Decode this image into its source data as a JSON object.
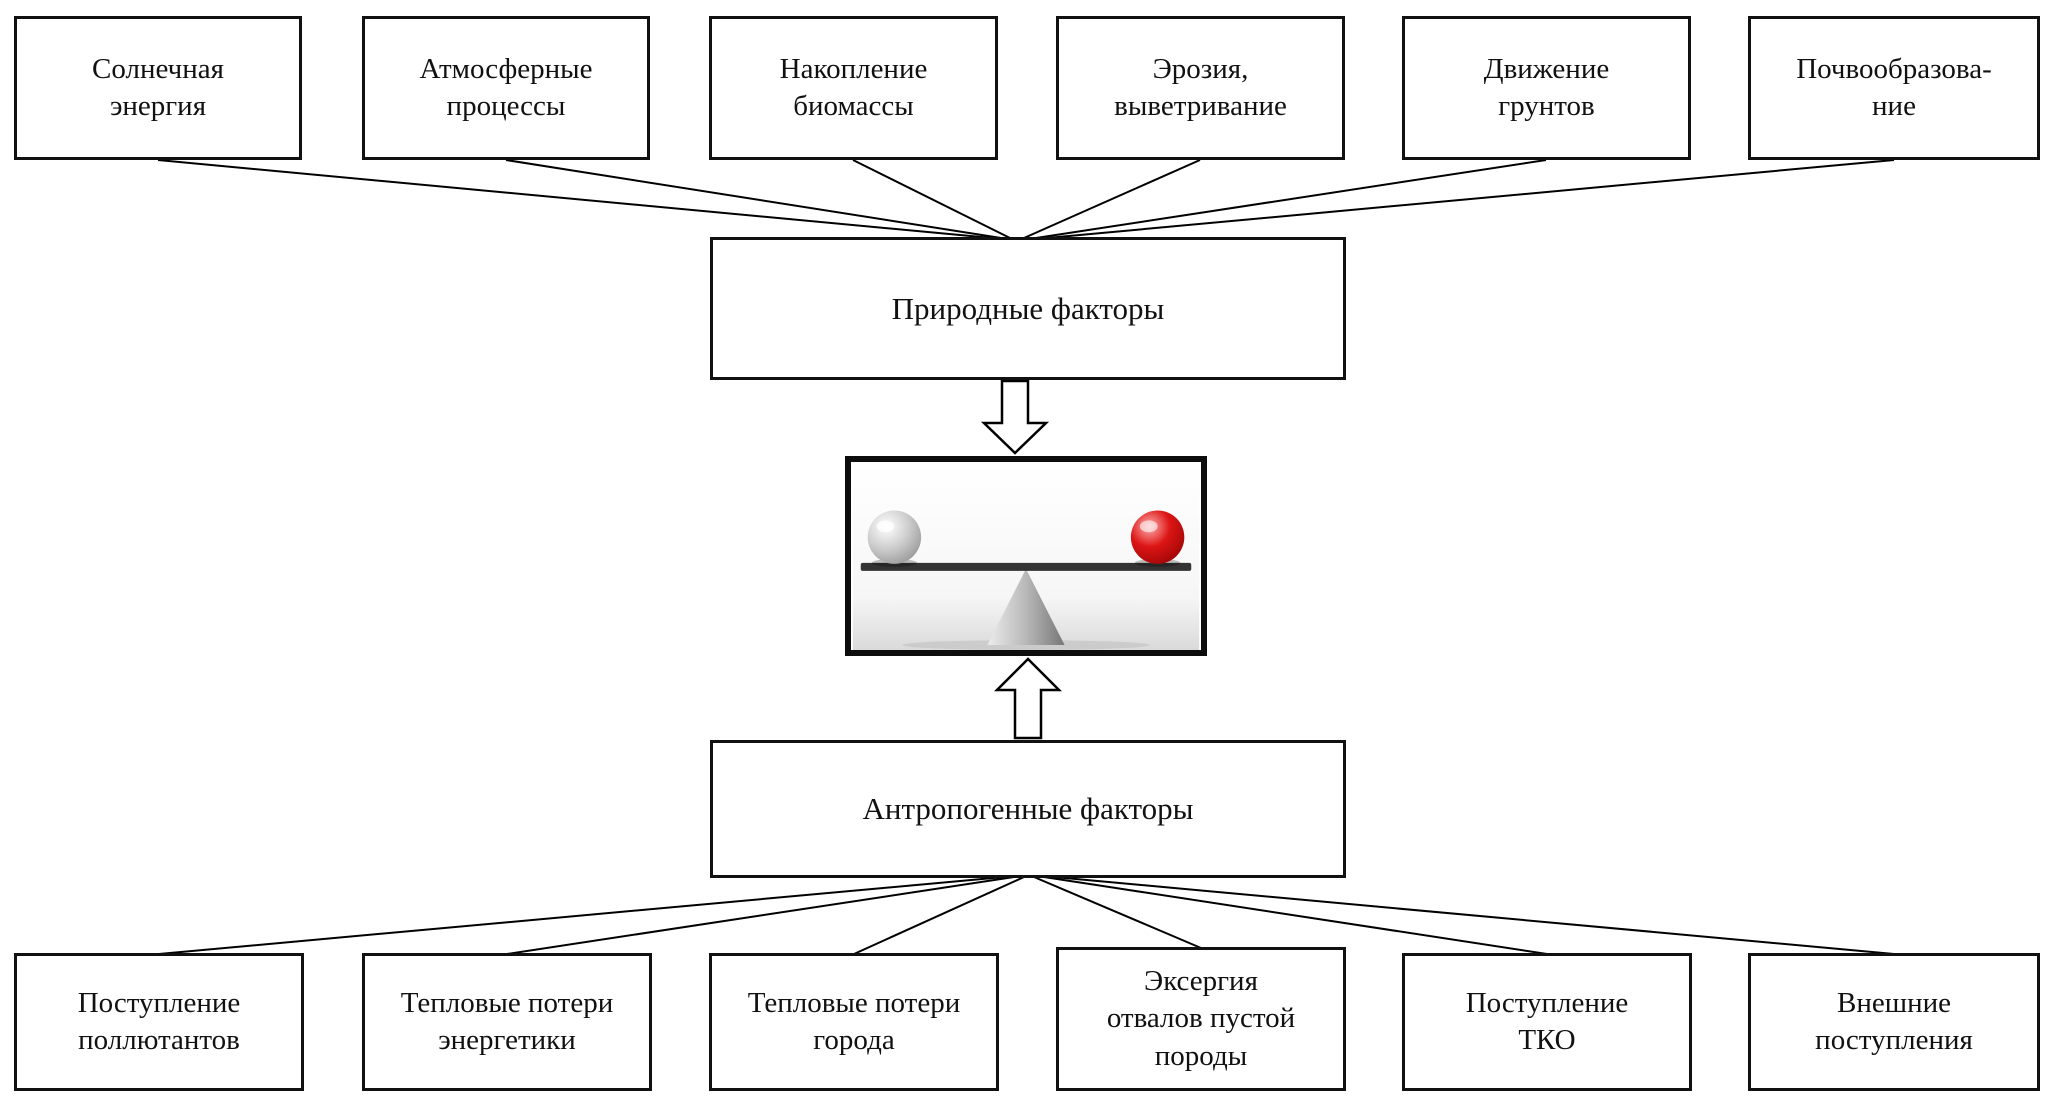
{
  "diagram": {
    "top_boxes": [
      {
        "label": "Солнечная\nэнергия"
      },
      {
        "label": "Атмосферные\nпроцессы"
      },
      {
        "label": "Накопление\nбиомассы"
      },
      {
        "label": "Эрозия,\nвыветривание"
      },
      {
        "label": "Движение\nгрунтов"
      },
      {
        "label": "Почвообразова-\nние"
      }
    ],
    "natural_factors": {
      "label": "Природные факторы"
    },
    "anthropogenic_factors": {
      "label": "Антропогенные факторы"
    },
    "balance_image": {
      "left_sphere_color": "#9a9a9a",
      "right_sphere_color": "#c40000"
    },
    "bottom_boxes": [
      {
        "label": "Поступление\nполлютантов"
      },
      {
        "label": "Тепловые потери\nэнергетики"
      },
      {
        "label": "Тепловые потери\nгорода"
      },
      {
        "label": "Эксергия\nотвалов пустой\nпороды"
      },
      {
        "label": "Поступление\nТКО"
      },
      {
        "label": "Внешние\nпоступления"
      }
    ]
  }
}
